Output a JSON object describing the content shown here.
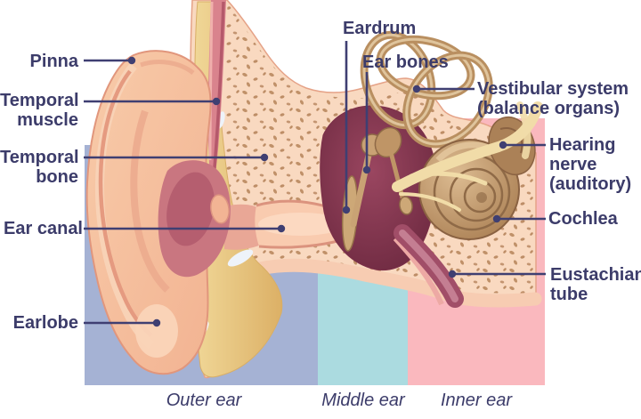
{
  "labels": {
    "pinna": "Pinna",
    "temporal_muscle": "Temporal muscle",
    "temporal_bone": "Temporal bone",
    "ear_canal": "Ear canal",
    "earlobe": "Earlobe",
    "eardrum": "Eardrum",
    "ear_bones": "Ear bones",
    "vestibular_system": "Vestibular system (balance organs)",
    "hearing_nerve": "Hearing nerve (auditory)",
    "cochlea": "Cochlea",
    "eustachian_tube": "Eustachian tube"
  },
  "regions": {
    "outer": "Outer ear",
    "middle": "Middle ear",
    "inner": "Inner ear"
  },
  "colors": {
    "outer_band": "#a5b2d4",
    "middle_band": "#abdbe0",
    "inner_band": "#fab8be",
    "label_text": "#3c3c6a",
    "leader_line": "#3f3f72",
    "skin": "#f8d8bf",
    "bone_yellow": "#e9cd8a",
    "bone_speckle": "#c09169",
    "middle_ear_cavity": "#8e3c55",
    "ossicle_tan": "#c39b6d"
  }
}
